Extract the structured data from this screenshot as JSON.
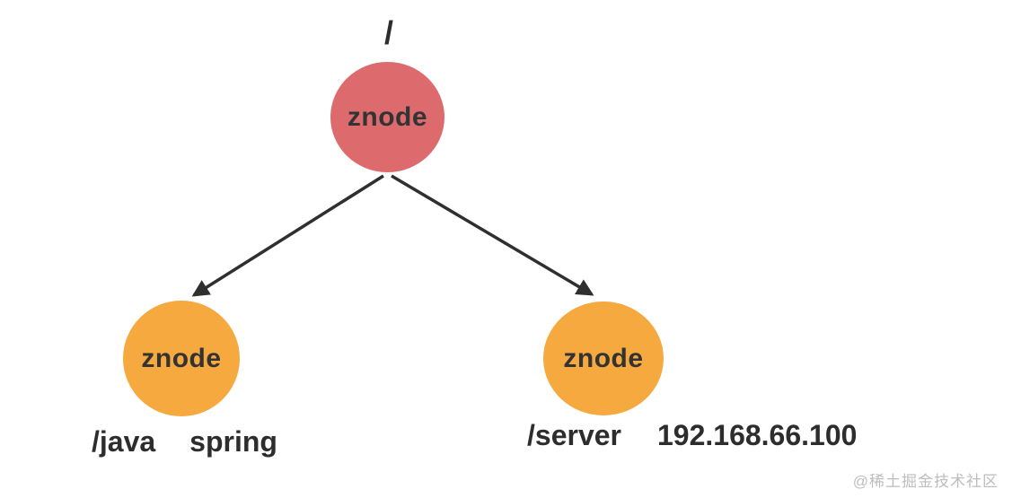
{
  "diagram": {
    "title_hint": "zookeeper-znode-tree",
    "root": {
      "path_label": "/",
      "node_label": "znode"
    },
    "children": [
      {
        "node_label": "znode",
        "path": "/java",
        "value": "spring"
      },
      {
        "node_label": "znode",
        "path": "/server",
        "value": "192.168.66.100"
      }
    ],
    "watermark": "@稀土掘金技术社区",
    "colors": {
      "root_node": "#dd6a6d",
      "child_node": "#f6a93e",
      "edge": "#2f2f2f",
      "node_text": "#333333",
      "label_text": "#2d2d2d",
      "watermark": "#bdbdbd",
      "background": "#ffffff"
    }
  }
}
